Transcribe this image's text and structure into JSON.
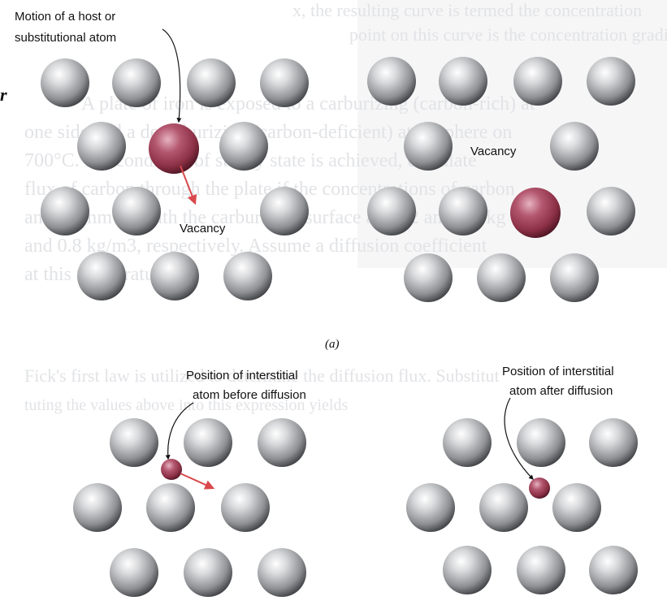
{
  "diagram": {
    "part_a": {
      "left_label_lines": [
        "Motion of a host or",
        "substitutional atom"
      ],
      "left_vacancy_label": "Vacancy",
      "right_vacancy_label": "Vacancy"
    },
    "part_a_caption": "(a)",
    "part_b": {
      "left_label_lines": [
        "Position of interstitial",
        "atom before diffusion"
      ],
      "right_label_lines": [
        "Position of interstitial",
        "atom after diffusion"
      ]
    },
    "colors": {
      "host_atom": "#8e9093",
      "diffusing_atom": "#8a2f44",
      "arrow": "#d9484b",
      "background": "#ffffff"
    }
  }
}
